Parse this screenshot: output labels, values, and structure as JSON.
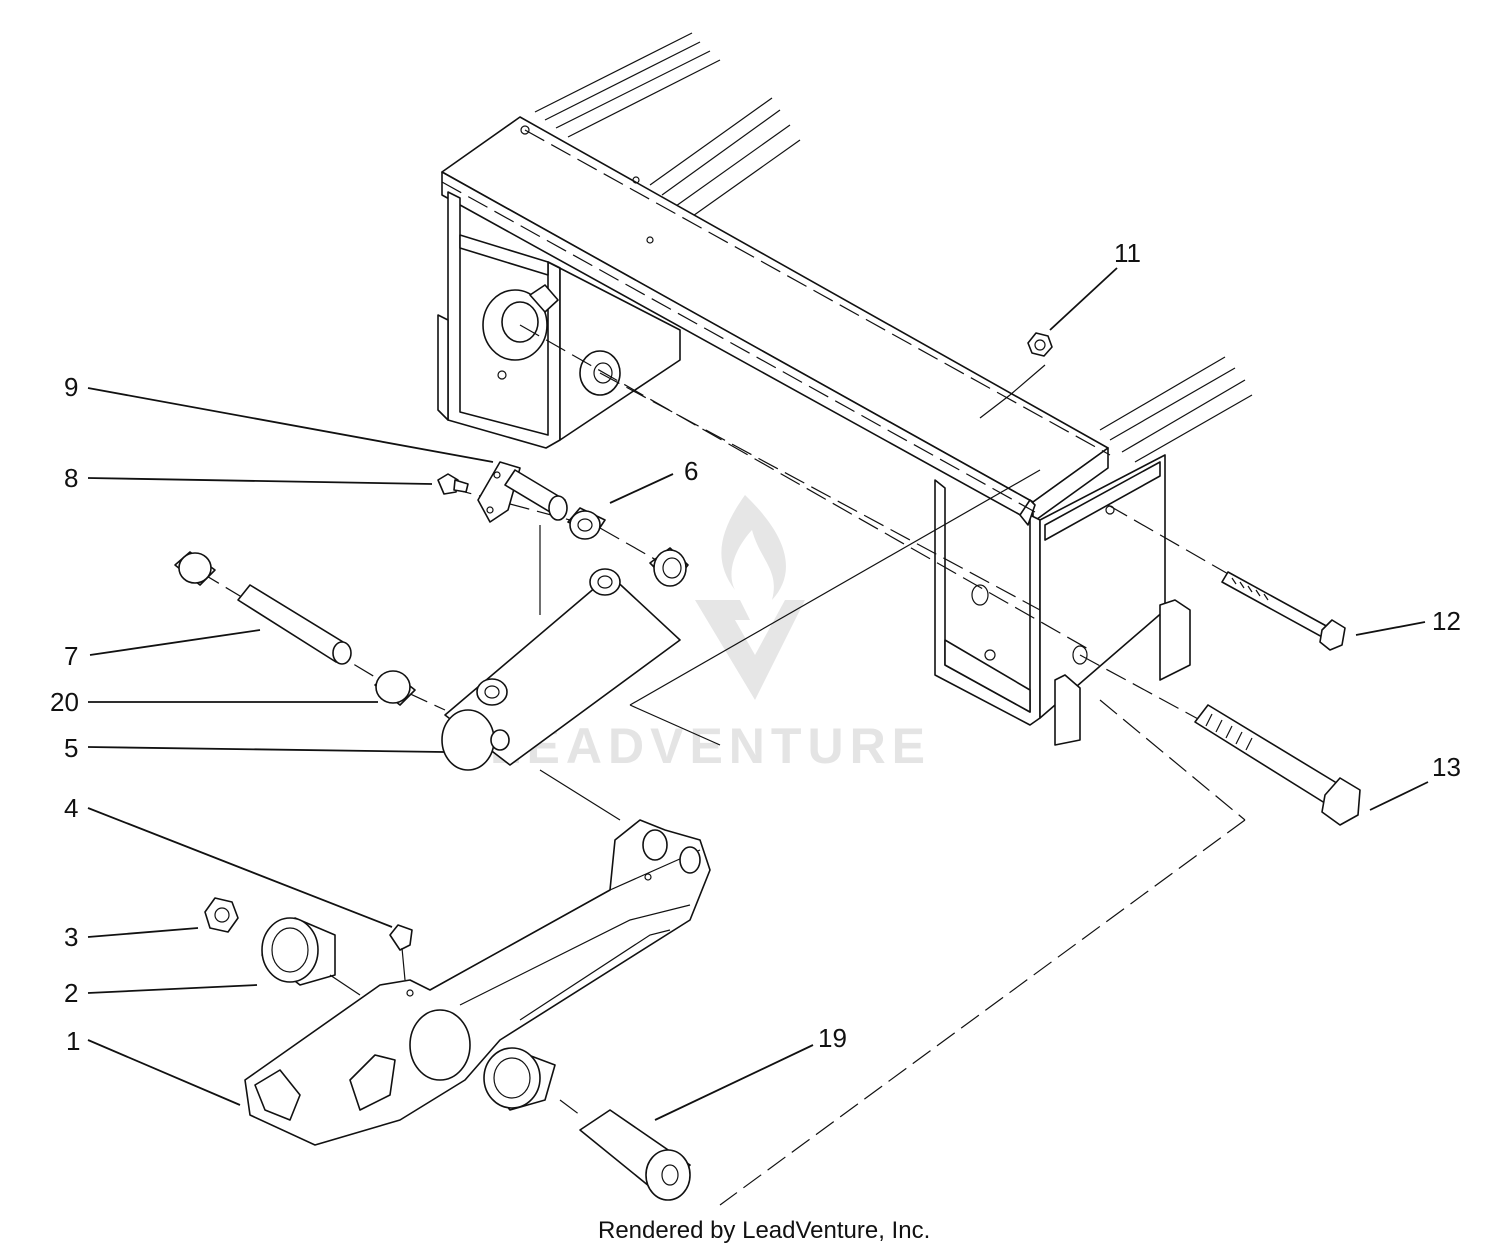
{
  "callouts": {
    "c1": "1",
    "c2": "2",
    "c3": "3",
    "c4": "4",
    "c5": "5",
    "c6": "6",
    "c7": "7",
    "c8": "8",
    "c9": "9",
    "c11": "11",
    "c12": "12",
    "c13": "13",
    "c19": "19",
    "c20": "20"
  },
  "watermark": {
    "text": "LEADVENTURE"
  },
  "footer": {
    "credit": "Rendered by LeadVenture, Inc."
  }
}
